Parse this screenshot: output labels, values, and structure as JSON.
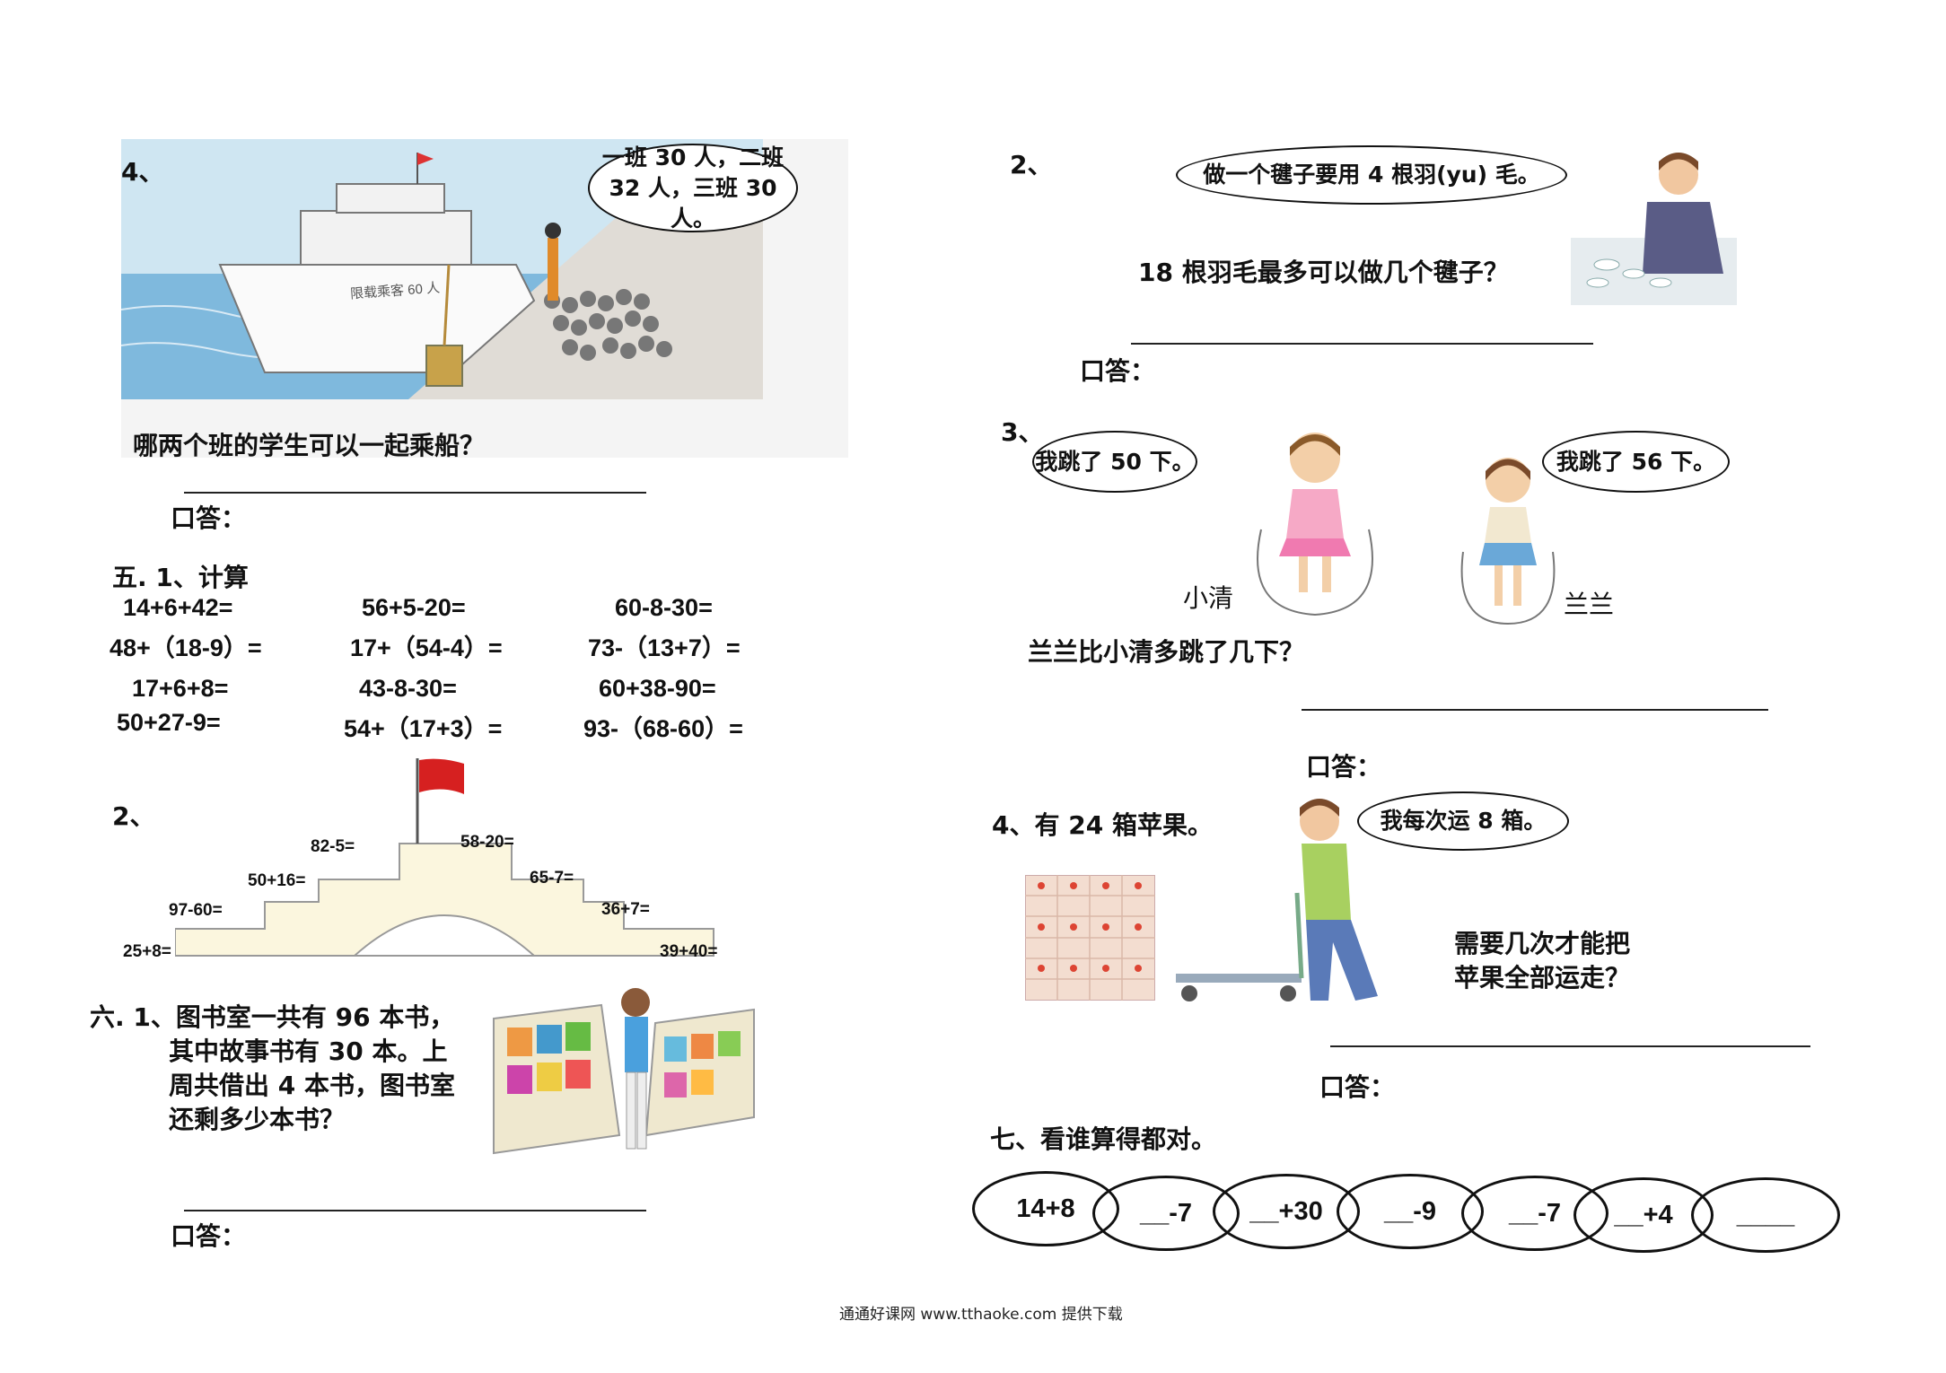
{
  "left": {
    "q4": {
      "num": "4、",
      "bubble_line1": "一班 30 人，二班",
      "bubble_line2": "32 人，三班 30 人。",
      "ship_label": "限载乘客 60 人",
      "question": "哪两个班的学生可以一起乘船？",
      "answer_label": "口答："
    },
    "sec5": {
      "title": "五. 1、计算",
      "rows": [
        [
          "14+6+42=",
          "56+5-20=",
          "60-8-30="
        ],
        [
          "48+（18-9）=",
          "17+（54-4）=",
          "73-（13+7）="
        ],
        [
          "17+6+8=",
          "43-8-30=",
          "60+38-90="
        ],
        [
          "50+27-9=",
          "54+（17+3）=",
          "93-（68-60）="
        ]
      ]
    },
    "bridge": {
      "num": "2、",
      "labels": [
        "25+8=",
        "97-60=",
        "50+16=",
        "82-5=",
        "58-20=",
        "65-7=",
        "36+7=",
        "39+40="
      ]
    },
    "sec6": {
      "line1": "六. 1、图书室一共有 96 本书，",
      "line2": "其中故事书有 30 本。上",
      "line3": "周共借出 4 本书，图书室",
      "line4": "还剩多少本书？",
      "answer_label": "口答："
    }
  },
  "right": {
    "q2": {
      "num": "2、",
      "bubble": "做一个毽子要用 4 根羽(yu) 毛。",
      "question": "18 根羽毛最多可以做几个毽子？",
      "answer_label": "口答："
    },
    "q3": {
      "num": "3、",
      "bubble_left": "我跳了 50 下。",
      "bubble_right": "我跳了 56 下。",
      "name_left": "小清",
      "name_right": "兰兰",
      "question": "兰兰比小清多跳了几下？",
      "answer_label": "口答："
    },
    "q4": {
      "title": "4、有 24 箱苹果。",
      "bubble": "我每次运 8 箱。",
      "question_line1": "需要几次才能把",
      "question_line2": "苹果全部运走？",
      "answer_label": "口答："
    },
    "sec7": {
      "title": "七、看谁算得都对。",
      "chain": [
        "14+8",
        "__-7",
        "__+30",
        "__-9",
        "__-7",
        "__+4",
        "____"
      ]
    }
  },
  "footer": "通通好课网 www.tthaoke.com 提供下载"
}
